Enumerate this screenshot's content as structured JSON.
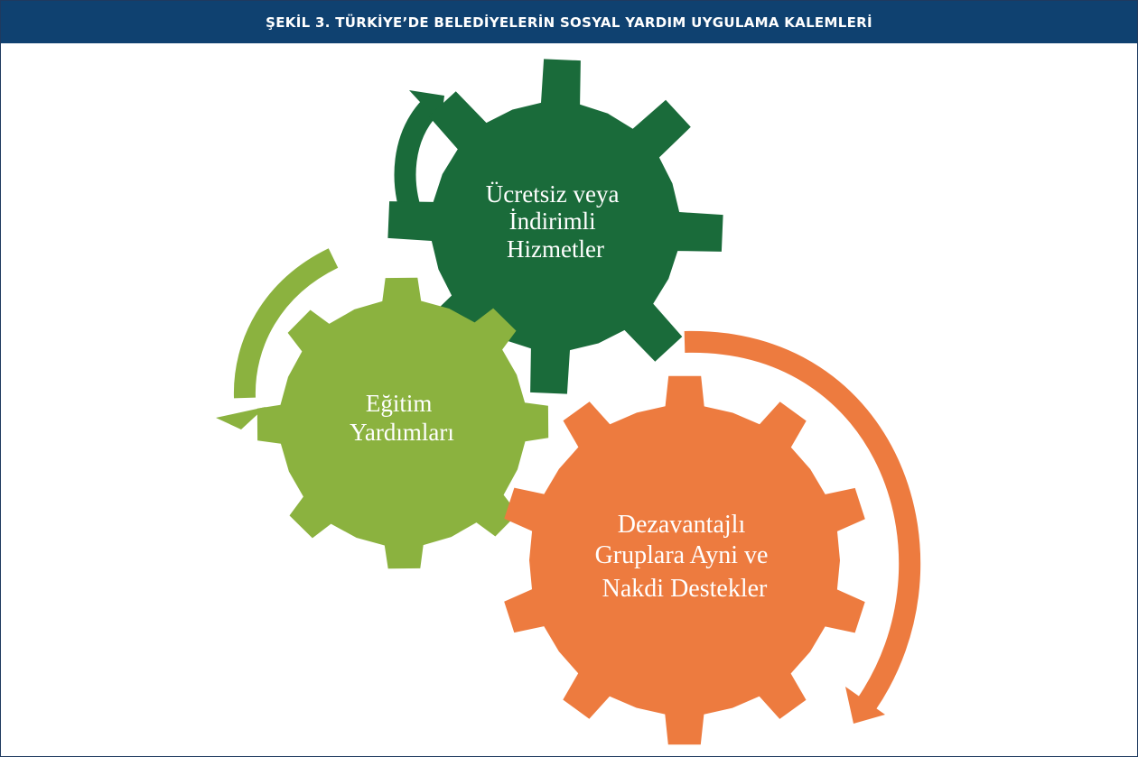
{
  "figure": {
    "title": "ŞEKİL 3. TÜRKİYE’DE BELEDİYELERİN SOSYAL YARDIM UYGULAMA KALEMLERİ",
    "header_color": "#0f4170"
  },
  "gears": [
    {
      "lines": [
        "Ücretsiz veya",
        "İndirimli",
        "Hizmetler"
      ],
      "color": "#1a6b3a"
    },
    {
      "lines": [
        "Eğitim",
        "Yardımları"
      ],
      "color": "#8bb23f"
    },
    {
      "lines": [
        "Dezavantajlı",
        "Gruplara Ayni ve",
        "Nakdi Destekler"
      ],
      "color": "#ed7b3f"
    }
  ]
}
